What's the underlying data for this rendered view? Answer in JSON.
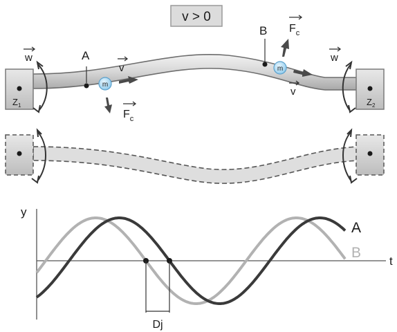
{
  "condition": "v > 0",
  "tube_top": {
    "point_a": "A",
    "point_b": "B",
    "mass": "m",
    "velocity": "v",
    "force_letter": "F",
    "force_sub": "c",
    "rotation": "w",
    "anchor_left_letter": "Z",
    "anchor_left_sub": "1",
    "anchor_right_letter": "Z",
    "anchor_right_sub": "2"
  },
  "graph": {
    "y_axis_label": "y",
    "x_axis_label": "t",
    "series_a": "A",
    "series_b": "B",
    "phase_label": "Dj",
    "colors": {
      "series_a": "#3a3a3a",
      "series_b": "#b2b2b2"
    }
  }
}
